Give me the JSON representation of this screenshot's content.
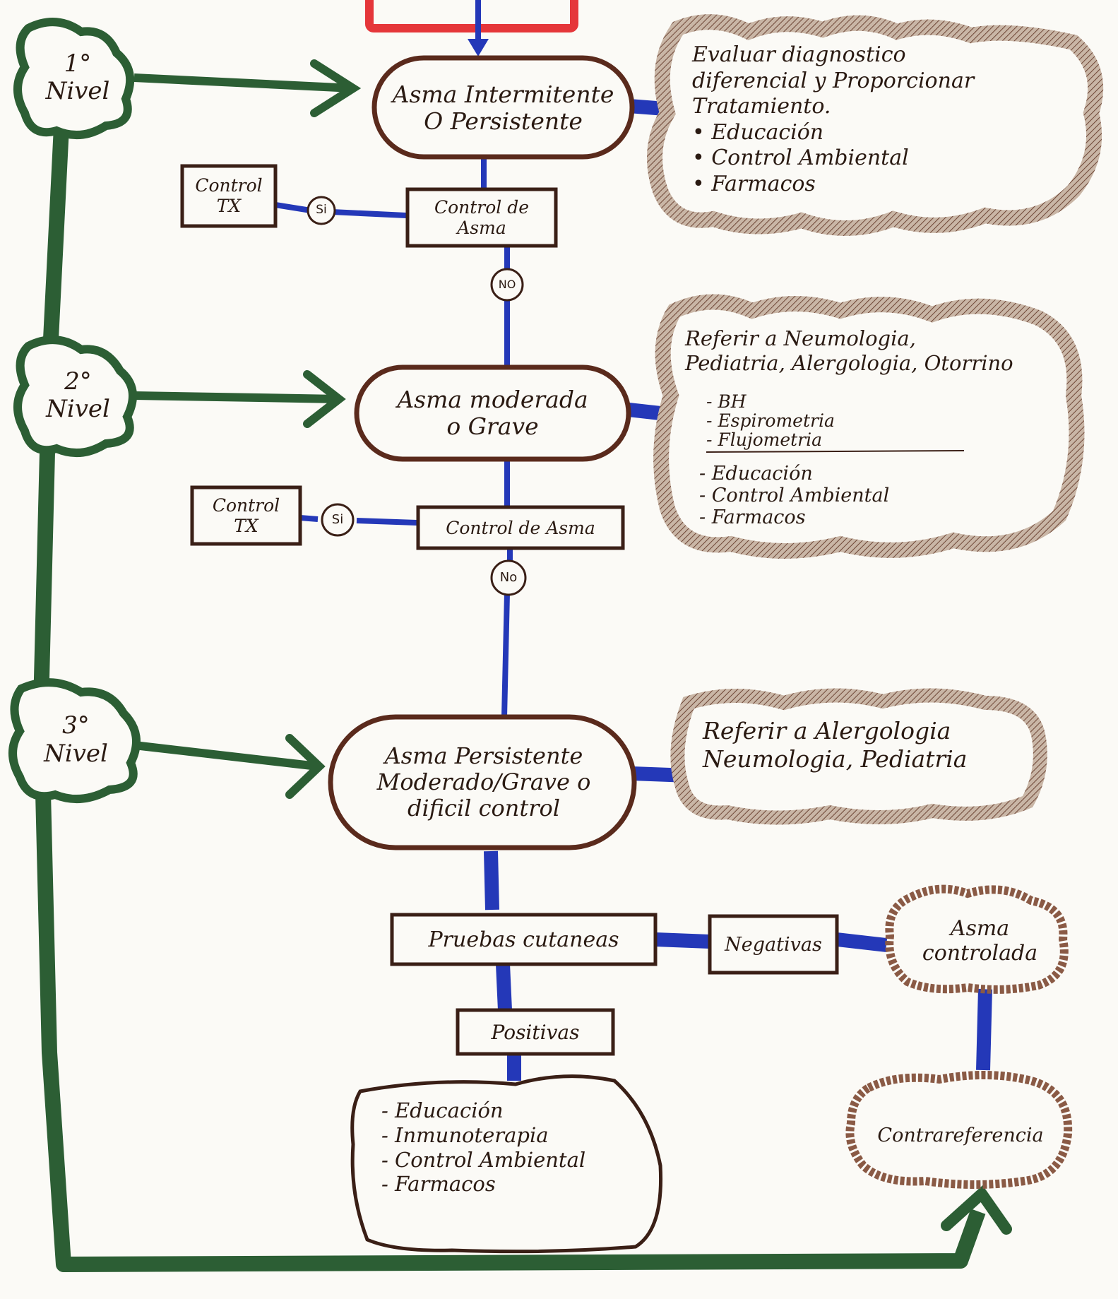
{
  "levels": {
    "first": "1°\nNivel",
    "second": "2°\nNivel",
    "third": "3°\nNivel"
  },
  "nodes": {
    "asma_intermitente": "Asma Intermitente\nO Persistente",
    "control_tx_1": "Control\nTX",
    "si_1": "Si",
    "control_asma_1": "Control de\nAsma",
    "no_1": "NO",
    "asma_moderada": "Asma moderada\no Grave",
    "control_tx_2": "Control\nTX",
    "si_2": "Si",
    "control_asma_2": "Control de Asma",
    "no_2": "No",
    "asma_persistente_grave": "Asma Persistente\nModerado/Grave o\ndificil control",
    "pruebas_cutaneas": "Pruebas cutaneas",
    "negativas": "Negativas",
    "asma_controlada": "Asma\ncontrolada",
    "positivas": "Positivas",
    "contrarreferencia": "Contrareferencia"
  },
  "notes": {
    "nivel1": "Evaluar diagnostico\ndiferencial y Proporcionar\nTratamiento.\n• Educación\n• Control Ambiental\n• Farmacos",
    "nivel2_top": "Referir a Neumologia,\nPediatria, Alergologia, Otorrino",
    "nivel2_exams": "- BH\n- Espirometria\n- Flujometria",
    "nivel2_bottom": "- Educación\n- Control Ambiental\n- Farmacos",
    "nivel3": "Referir a Alergologia\nNeumologia, Pediatria",
    "positivas_tx": "- Educación\n- Inmunoterapia\n- Control Ambiental\n- Farmacos"
  },
  "colors": {
    "green": "#2c5e34",
    "blue": "#2438b8",
    "brown_ink": "#5a2a1c",
    "red": "#e5363a"
  }
}
